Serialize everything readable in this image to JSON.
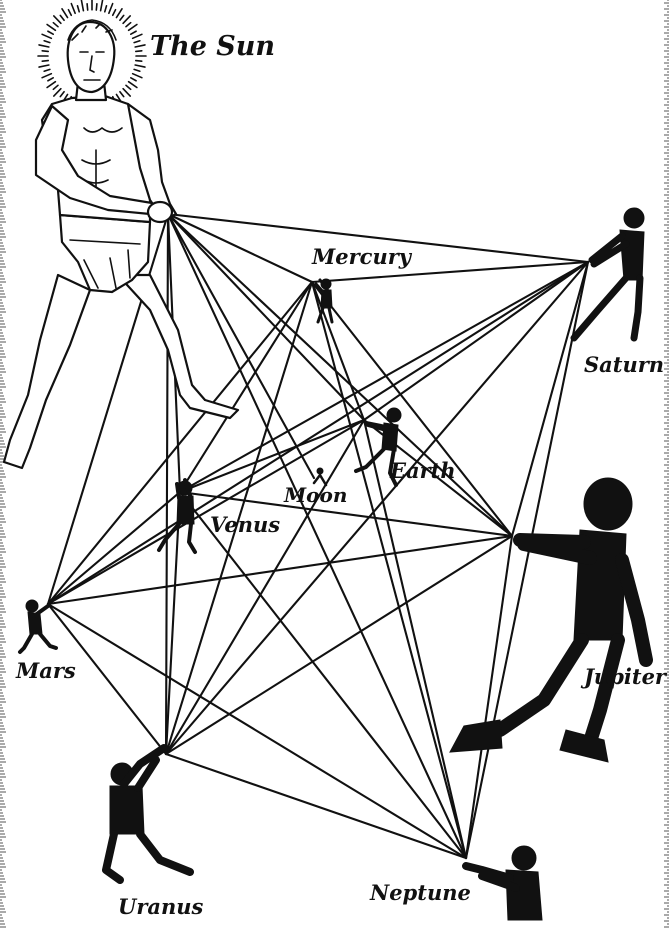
{
  "labels": {
    "sun": "The Sun",
    "mercury": "Mercury",
    "saturn": "Saturn",
    "earth": "Earth",
    "moon": "Moon",
    "venus": "Venus",
    "mars": "Mars",
    "jupiter": "Jupiter",
    "uranus": "Uranus",
    "neptune": "Neptune"
  },
  "colors": {
    "ink": "#111111",
    "paper": "#ffffff"
  }
}
